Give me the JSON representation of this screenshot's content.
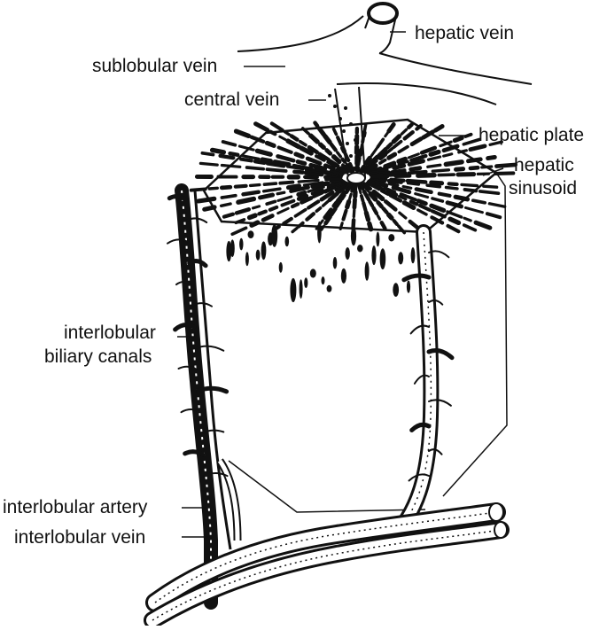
{
  "labels": {
    "hepatic_vein": "hepatic vein",
    "sublobular_vein": "sublobular vein",
    "central_vein": "central vein",
    "hepatic_plate": "hepatic plate",
    "hepatic_sinusoid_line1": "hepatic",
    "hepatic_sinusoid_line2": "sinusoid",
    "interlobular_biliary_line1": "interlobular",
    "interlobular_biliary_line2": "biliary canals",
    "interlobular_artery": "interlobular artery",
    "interlobular_vein": "interlobular vein"
  },
  "colors": {
    "ink": "#111111",
    "background": "#ffffff"
  }
}
